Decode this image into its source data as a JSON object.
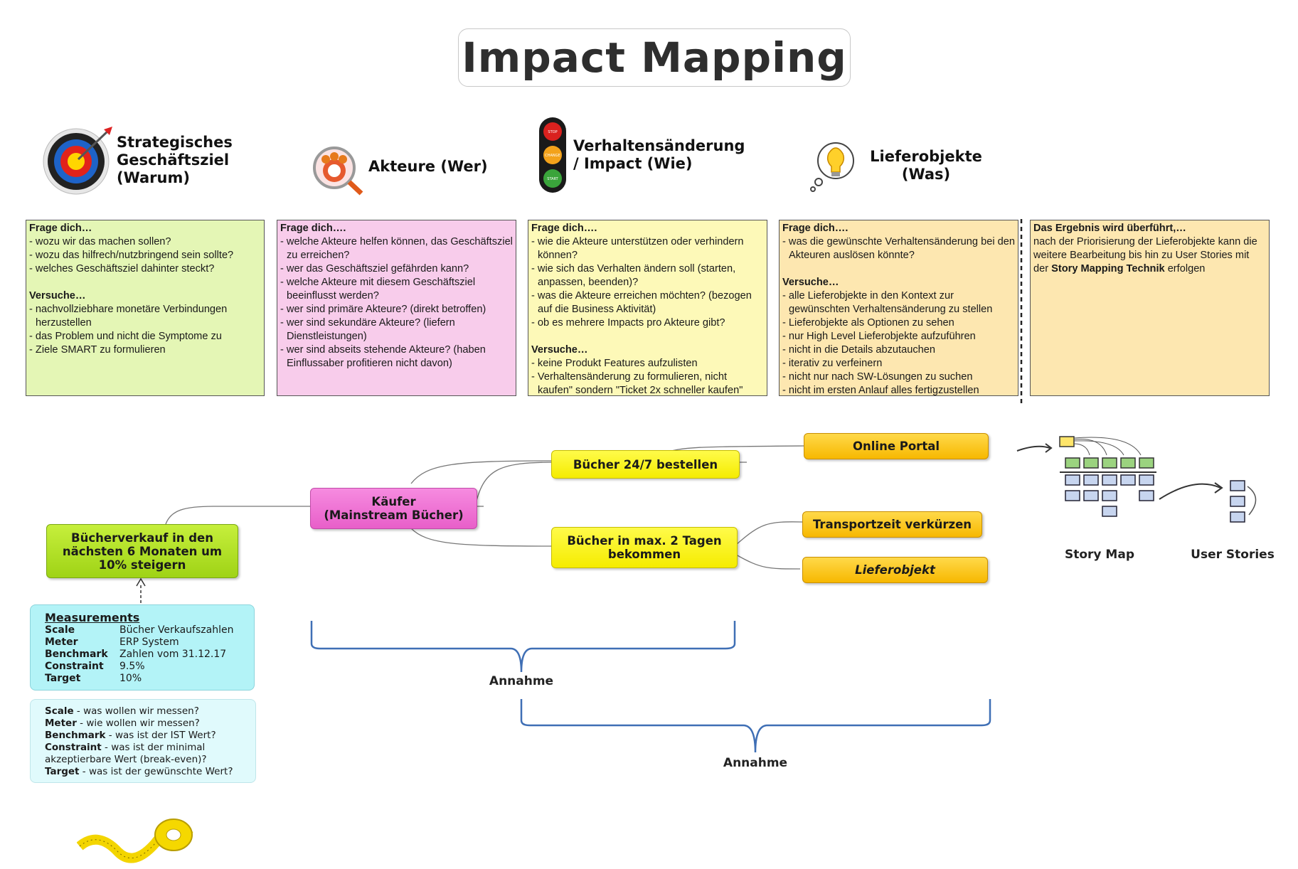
{
  "title": "Impact Mapping",
  "columns": [
    {
      "header": [
        "Strategisches",
        "Geschäftsziel",
        "(Warum)"
      ],
      "icon": "target-icon"
    },
    {
      "header": [
        "Akteure (Wer)"
      ],
      "icon": "actors-magnifier-icon"
    },
    {
      "header": [
        "Verhaltensänderung",
        "/ Impact (Wie)"
      ],
      "icon": "traffic-light-icon",
      "traffic_light": [
        "STOP",
        "CHANGE",
        "START"
      ]
    },
    {
      "header": [
        "Lieferobjekte",
        "(Was)"
      ],
      "icon": "lightbulb-icon"
    }
  ],
  "boxes": {
    "goal": {
      "heading1": "Frage dich…",
      "q": [
        "- wozu wir das machen sollen?",
        "- wozu das hilfrech/nutzbringend sein sollte?",
        "- welches Geschäftsziel dahinter steckt?"
      ],
      "heading2": "Versuche…",
      "t": [
        "- nachvollziebhare monetäre Verbindungen herzustellen",
        "- das Problem und nicht die Symptome zu",
        "- Ziele SMART zu formulieren"
      ]
    },
    "actors": {
      "heading1": "Frage dich….",
      "q": [
        "- welche Akteure helfen können, das Geschäftsziel zu erreichen?",
        "- wer das Geschäftsziel gefährden kann?",
        "- welche Akteure mit diesem Geschäftsziel beeinflusst werden?",
        "- wer sind primäre Akteure? (direkt betroffen)",
        "- wer sind sekundäre Akteure? (liefern Dienstleistungen)",
        "- wer sind abseits stehende Akteure? (haben Einflussaber profitieren nicht davon)"
      ]
    },
    "impact": {
      "heading1": "Frage dich….",
      "q": [
        "- wie die Akteure unterstützen oder verhindern können?",
        "- wie sich das Verhalten ändern soll (starten, anpassen, beenden)?",
        "- was die Akteure erreichen möchten? (bezogen auf die Business Aktivität)",
        "- ob es mehrere Impacts pro Akteure gibt?"
      ],
      "heading2": "Versuche…",
      "t": [
        "- keine Produkt Features aufzulisten",
        "- Verhaltensänderung zu formulieren, nicht kaufen\" sondern \"Ticket 2x schneller kaufen\""
      ]
    },
    "deliverables": {
      "heading1": "Frage dich….",
      "q": [
        "- was die gewünschte Verhaltensänderung bei den Akteuren auslösen könnte?"
      ],
      "heading2": "Versuche…",
      "t": [
        "- alle Lieferobjekte in den Kontext zur gewünschten Verhaltensänderung zu stellen",
        "- Lieferobjekte als Optionen zu sehen",
        "- nur High Level Lieferobjekte aufzuführen",
        "- nicht in die Details abzutauchen",
        "- iterativ zu verfeinern",
        "- nicht nur nach SW-Lösungen zu suchen",
        "- nicht im ersten Anlauf alles fertigzustellen"
      ]
    },
    "result": {
      "heading1": "Das Ergebnis wird überführt,…",
      "line1": "nach der Priorisierung der Lieferobjekte kann die weitere Bearbeitung bis hin zu User Stories mit der",
      "bold": "Story Mapping Technik",
      "line2": "erfolgen"
    }
  },
  "mindmap": {
    "goal": "Bücherverkauf in den nächsten 6 Monaten um 10% steigern",
    "actor": [
      "Käufer",
      "(Mainstream Bücher)"
    ],
    "impact1": "Bücher 24/7 bestellen",
    "impact2": [
      "Bücher in max. 2 Tagen",
      "bekommen"
    ],
    "deliv1": "Online Portal",
    "deliv2": "Transportzeit verkürzen",
    "deliv3": "Lieferobjekt"
  },
  "measurements": {
    "title": "Measurements",
    "rows": [
      {
        "k": "Scale",
        "v": "Bücher Verkaufszahlen"
      },
      {
        "k": "Meter",
        "v": "ERP System"
      },
      {
        "k": "Benchmark",
        "v": "Zahlen vom 31.12.17"
      },
      {
        "k": "Constraint",
        "v": "9.5%"
      },
      {
        "k": "Target",
        "v": "10%"
      }
    ]
  },
  "legend": [
    {
      "k": "Scale",
      "v": " - was wollen wir messen?"
    },
    {
      "k": "Meter",
      "v": " - wie wollen wir messen?"
    },
    {
      "k": "Benchmark",
      "v": " - was ist der IST Wert?"
    },
    {
      "k": "Constraint",
      "v": " - was ist der minimal akzeptierbare Wert (break-even)?"
    },
    {
      "k": "Target",
      "v": " - was ist der gewünschte Wert?"
    }
  ],
  "annahme1": "Annahme",
  "annahme2": "Annahme",
  "story_map_label": "Story Map",
  "user_stories_label": "User Stories",
  "colors": {
    "goal": "#a9dc1f",
    "actor": "#ef72d6",
    "impact": "#fff51a",
    "deliverable": "#fcc521",
    "brace": "#3f6fb5"
  }
}
